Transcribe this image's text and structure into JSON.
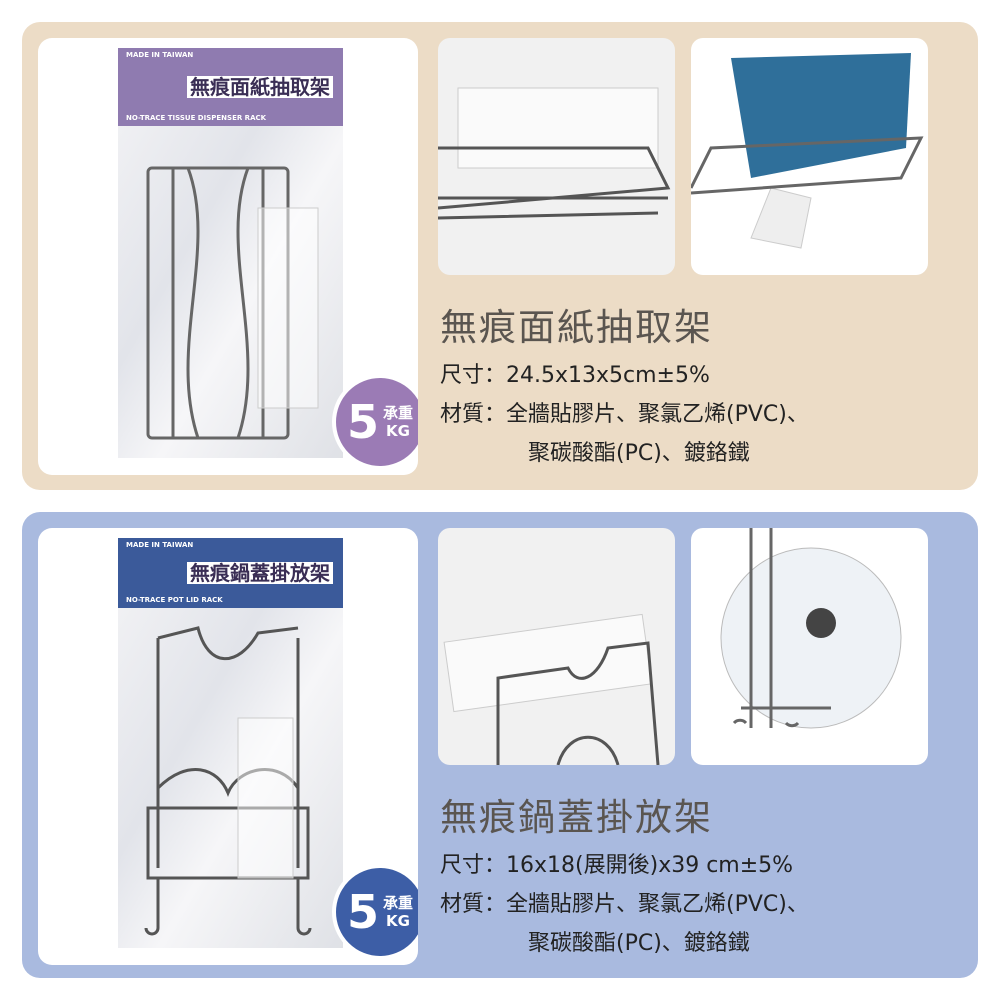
{
  "products": [
    {
      "name": "無痕面紙抽取架",
      "size_label": "尺寸：",
      "size": "24.5x13x5cm±5%",
      "material_label": "材質：",
      "material_line1": "全牆貼膠片、聚氯乙烯(PVC)、",
      "material_line2": "聚碳酸酯(PC)、鍍鉻鐵",
      "badge": {
        "number": "5",
        "line1": "承重",
        "line2": "KG",
        "color": "#9b7bb5"
      },
      "package": {
        "title": "無痕面紙抽取架",
        "subtitle": "NO-TRACE TISSUE DISPENSER RACK",
        "origin": "MADE IN TAIWAN",
        "color": "#8f7bb0"
      },
      "panel_color": "#ecdcc6"
    },
    {
      "name": "無痕鍋蓋掛放架",
      "size_label": "尺寸：",
      "size": "16x18(展開後)x39 cm±5%",
      "material_label": "材質：",
      "material_line1": "全牆貼膠片、聚氯乙烯(PVC)、",
      "material_line2": "聚碳酸酯(PC)、鍍鉻鐵",
      "badge": {
        "number": "5",
        "line1": "承重",
        "line2": "KG",
        "color": "#3d5ea6"
      },
      "package": {
        "title": "無痕鍋蓋掛放架",
        "subtitle": "NO-TRACE POT LID RACK",
        "origin": "MADE IN TAIWAN",
        "color": "#3b5a9a"
      },
      "panel_color": "#a9badf"
    }
  ]
}
